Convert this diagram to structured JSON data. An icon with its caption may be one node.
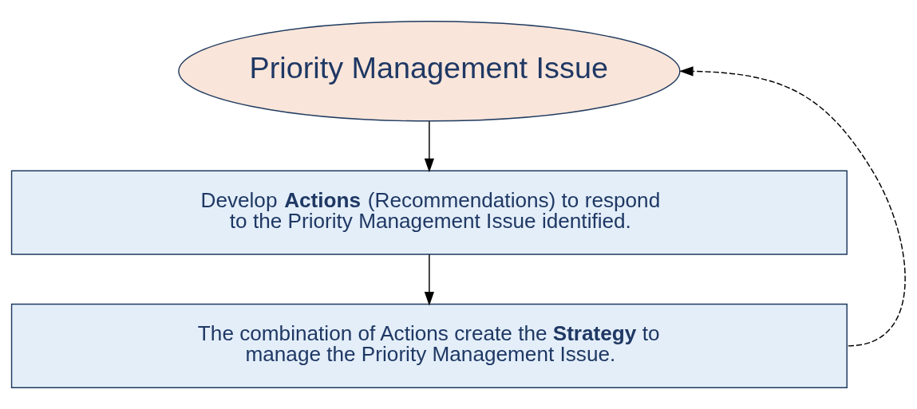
{
  "diagram": {
    "nodes": [
      {
        "text": [
          "Priority Management Issue"
        ]
      },
      {
        "text": [
          "Develop **Actions** (Recommendations) to respond to the Priority Management Issue identified."
        ]
      },
      {
        "text": [
          "The combination of Actions create the **Strategy** to manage the Priority Management Issue."
        ]
      }
    ],
    "edges": [
      {
        "from": 0,
        "to": 1,
        "arrow": "to"
      },
      {
        "from": 1,
        "to": 2,
        "arrow": "to"
      },
      {
        "from": 2,
        "to": 0,
        "arrow": "to",
        "style": "dashed"
      }
    ]
  }
}
